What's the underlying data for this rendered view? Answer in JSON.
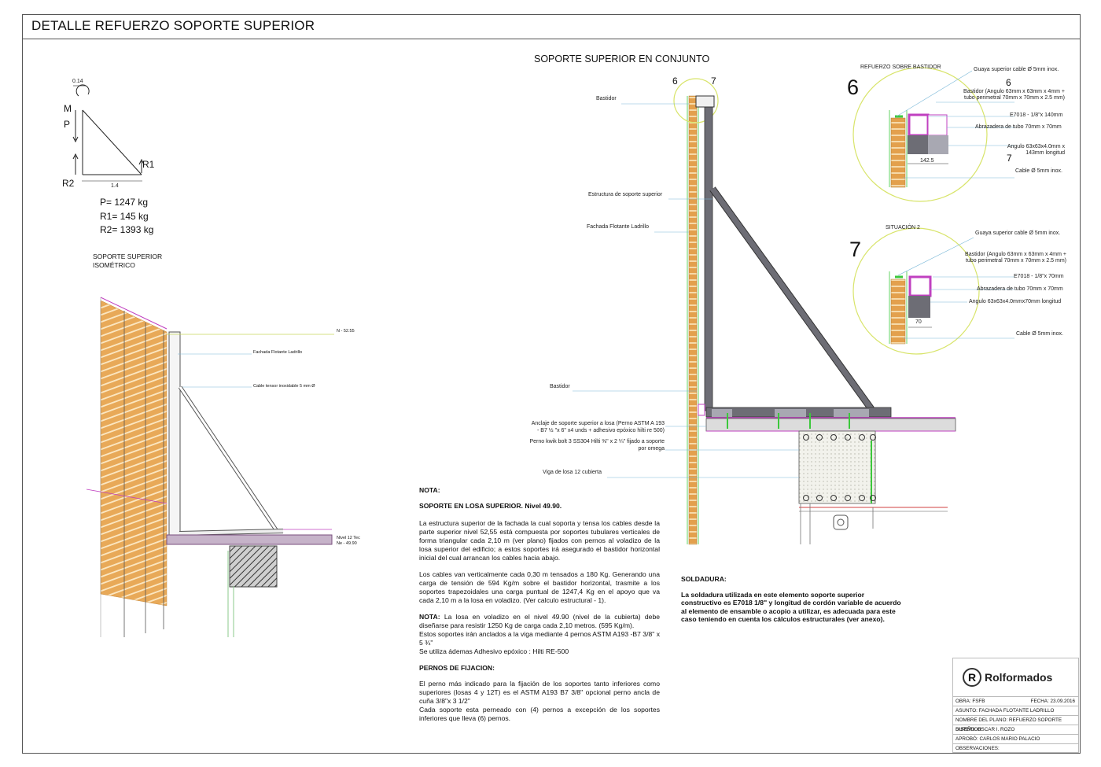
{
  "sheet_title": "DETALLE  REFUERZO SOPORTE SUPERIOR",
  "calc": {
    "dim_top": "0.14",
    "dim_bottom": "1.4",
    "M": "M",
    "P": "P",
    "R1": "R1",
    "R2": "R2",
    "p_value": "P= 1247 kg",
    "r1_value": "R1= 145 kg",
    "r2_value": "R2= 1393 kg"
  },
  "iso": {
    "title_line1": "SOPORTE SUPERIOR",
    "title_line2": "ISOMÉTRICO",
    "n_level": "N - 52.55",
    "fachada": "Fachada Flotante Ladrillo",
    "cable": "Cable tensor inoxidable 5 mm Ø",
    "nivel_line1": "Nivel 12 Tec",
    "nivel_line2": "Ne - 49.90"
  },
  "main": {
    "title": "SOPORTE SUPERIOR EN CONJUNTO",
    "num6": "6",
    "num7": "7",
    "bastidor_top": "Bastidor",
    "estructura": "Estructura de soporte superior",
    "fachada": "Fachada Flotante Ladrillo",
    "bastidor_low": "Bastidor",
    "anclaje_line1": "Anclaje de soporte superior a losa (Perno  ASTM  A 193",
    "anclaje_line2": "- B7 ½ \"x 6\" x4 unds + adhesivo epóxico hilti re 500)",
    "perno_line1": "Perno kwik bolt 3 SS304 Hilti ⅜\" x 2 ¼\" fijado a soporte",
    "perno_line2": "por omega",
    "viga": "Viga de losa 12 cubierta"
  },
  "detail6": {
    "header": "REFUERZO SOBRE BASTIDOR",
    "big_number": "6",
    "guaya": "Guaya superior cable Ø 5mm  inox.",
    "small6": "6",
    "bastidor_line1": "Bastidor (Angulo 63mm x 63mm x 4mm +",
    "bastidor_line2": "tubo perimetral 70mm x 70mm x 2.5 mm)",
    "e7018": "E7018 - 1/8\"x 140mm",
    "abrazadera": "Abrazadera de tubo 70mm x 70mm",
    "angulo_line1": "Angulo 63x63x4.0mm x",
    "angulo_line2": "143mm longitud",
    "dim": "142.5",
    "small7": "7",
    "cable": "Cable Ø 5mm inox."
  },
  "detail7": {
    "header": "SITUACIÓN 2",
    "big_number": "7",
    "guaya": "Guaya superior cable Ø 5mm  inox.",
    "bastidor_line1": "Bastidor (Angulo 63mm x 63mm x 4mm +",
    "bastidor_line2": "tubo perimetral 70mm x 70mm x 2.5 mm)",
    "e7018": "E7018 - 1/8\"x 70mm",
    "abrazadera": "Abrazadera de tubo 70mm x 70mm",
    "angulo": "Angulo 63x63x4.0mmx70mm longitud",
    "dim": "70",
    "cable": "Cable Ø 5mm inox."
  },
  "notes": {
    "nota": "NOTA:",
    "heading": "SOPORTE EN LOSA SUPERIOR. Nivel 49.90.",
    "p1": "La estructura superior de la fachada la cual soporta y tensa los cables desde la parte superior nivel 52,55 está compuesta por soportes tubulares verticales de forma triangular cada 2,10 m (ver plano) fijados con pernos al voladizo de la losa superior del edificio; a estos soportes irá asegurado el bastidor horizontal inicial del cual arrancan los cables hacia abajo.",
    "p2": "Los cables van verticalmente cada 0,30 m tensados a 180 Kg. Generando una carga de tensión de 594 Kg/m sobre el bastidor horizontal, trasmite a los soportes trapezoidales una carga puntual de 1247,4 Kg en el apoyo que va cada 2,10 m a la losa en voladizo. (Ver calculo estructural - 1).",
    "p3_label": "NOTA:",
    "p3": " La losa en voladizo en el nivel 49.90 (nivel de la cubierta) debe diseñarse para resistir 1250 Kg de carga cada 2,10 metros. (595 Kg/m).",
    "p3b": "Estos soportes irán anclados a la viga mediante 4 pernos ASTM A193 -B7 3/8\" x 5 ¾\"",
    "p3c": "Se utiliza ádemas Adhesivo epóxico :  Hilti RE-500",
    "pernos_heading": "PERNOS DE FIJACION:",
    "p4": "El perno más indicado para la fijación de los soportes tanto inferiores como superiores (losas 4 y 12T) es el ASTM A193 B7 3/8\" opcional perno ancla de cuña 3/8\"x 3 1/2\"",
    "p5": "Cada soporte esta perneado con (4) pernos a excepción de los soportes inferiores que lleva (6) pernos."
  },
  "solder": {
    "heading": "SOLDADURA:",
    "text": "La soldadura utilizada en este elemento soporte superior constructivo es E7018 1/8\" y longitud de cordón variable de acuerdo al elemento de ensamble o acopio a utilizar, es adecuada para este caso teniendo en cuenta los cálculos estructurales (ver anexo)."
  },
  "titleblock": {
    "logo_letter": "R",
    "logo_text": "Rolformados",
    "obra": "OBRA:  FSFB",
    "fecha": "FECHA: 23.09.2016",
    "asunto": "ASUNTO:   FACHADA FLOTANTE LADRILLO",
    "nombre": "NOMBRE DEL PLANO: REFUERZO SOPORTE SUPERIOR",
    "diseno": "DISEÑO:  OSCAR I. ROZO",
    "aprobo": "APROBÓ:  CARLOS MARIO PALACIO",
    "observaciones": "OBSERVACIONES:"
  },
  "colors": {
    "brick": "#e3a04d",
    "steel": "#6d6d75",
    "magenta": "#c040c0",
    "green": "#3cc83c",
    "leader": "#7ab8d8",
    "circle": "#d8e46a",
    "concrete": "#dcdcdc"
  }
}
